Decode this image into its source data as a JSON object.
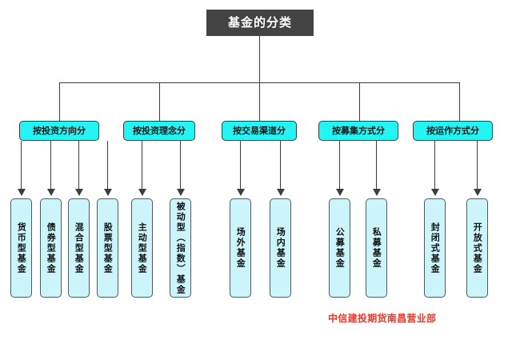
{
  "diagram": {
    "title": "基金的分类",
    "footer_note": "中信建投期货南昌营业部",
    "colors": {
      "root_fill": "#434343",
      "root_text": "#ffffff",
      "category_fill": "#25f4f4",
      "category_border": "#3a3a3a",
      "leaf_fill": "#ccf5fb",
      "leaf_border": "#4f5b5e",
      "connector": "#3c3c3c",
      "footer_text": "#e8392c",
      "background": "#ffffff"
    },
    "categories": [
      {
        "label": "按投资方向分",
        "children": [
          {
            "label": "货币型基金"
          },
          {
            "label": "债券型基金"
          },
          {
            "label": "混合型基金"
          },
          {
            "label": "股票型基金"
          }
        ]
      },
      {
        "label": "按投资理念分",
        "children": [
          {
            "label": "主动型基金"
          },
          {
            "label": "被动型（指数）基金"
          }
        ]
      },
      {
        "label": "按交易渠道分",
        "children": [
          {
            "label": "场外基金"
          },
          {
            "label": "场内基金"
          }
        ]
      },
      {
        "label": "按募集方式分",
        "children": [
          {
            "label": "公募基金"
          },
          {
            "label": "私募基金"
          }
        ]
      },
      {
        "label": "按运作方式分",
        "children": [
          {
            "label": "封闭式基金"
          },
          {
            "label": "开放式基金"
          }
        ]
      }
    ]
  }
}
